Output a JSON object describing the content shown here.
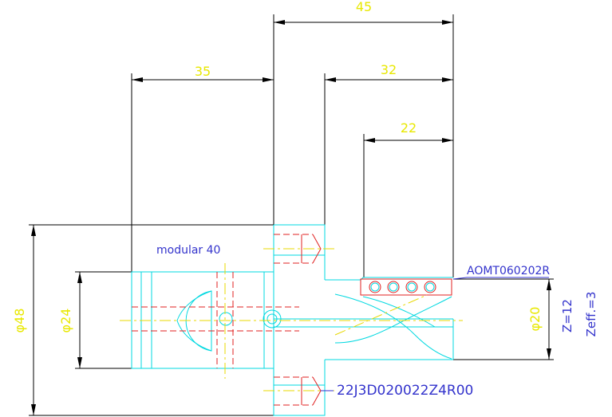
{
  "dimensions": {
    "d45": "45",
    "d35": "35",
    "d32": "32",
    "d22": "22",
    "dia48": "φ48",
    "dia24": "φ24",
    "dia20": "φ20"
  },
  "labels": {
    "modular": "modular 40",
    "insert": "AOMT060202R",
    "part_number": "22J3D020022Z4R00",
    "z_count": "Z=12",
    "z_eff": "Zeff.=3"
  },
  "colors": {
    "dimension_text": "#e8e800",
    "outline": "#00d8e0",
    "hidden": "#e02020",
    "annotation": "#3333cc"
  }
}
